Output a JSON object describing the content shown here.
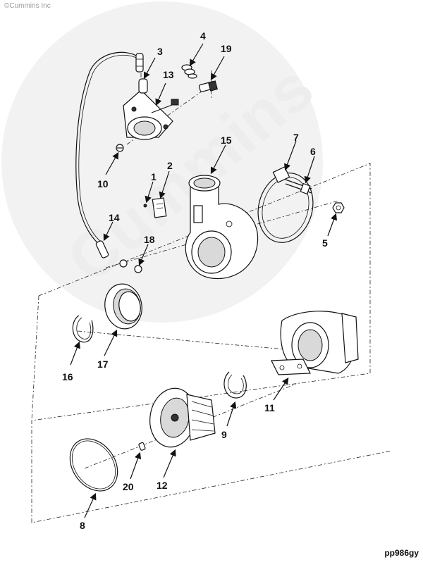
{
  "copyright": "©Cummins Inc",
  "watermark_text": "Cummins",
  "reference_code": "pp986gy",
  "callouts": [
    {
      "id": "c1",
      "label": "1"
    },
    {
      "id": "c2",
      "label": "2"
    },
    {
      "id": "c3",
      "label": "3"
    },
    {
      "id": "c4",
      "label": "4"
    },
    {
      "id": "c5",
      "label": "5"
    },
    {
      "id": "c6",
      "label": "6"
    },
    {
      "id": "c7",
      "label": "7"
    },
    {
      "id": "c8",
      "label": "8"
    },
    {
      "id": "c9",
      "label": "9"
    },
    {
      "id": "c10",
      "label": "10"
    },
    {
      "id": "c11",
      "label": "11"
    },
    {
      "id": "c12",
      "label": "12"
    },
    {
      "id": "c13",
      "label": "13"
    },
    {
      "id": "c14",
      "label": "14"
    },
    {
      "id": "c15",
      "label": "15"
    },
    {
      "id": "c16",
      "label": "16"
    },
    {
      "id": "c17",
      "label": "17"
    },
    {
      "id": "c18",
      "label": "18"
    },
    {
      "id": "c19",
      "label": "19"
    },
    {
      "id": "c20",
      "label": "20"
    }
  ]
}
